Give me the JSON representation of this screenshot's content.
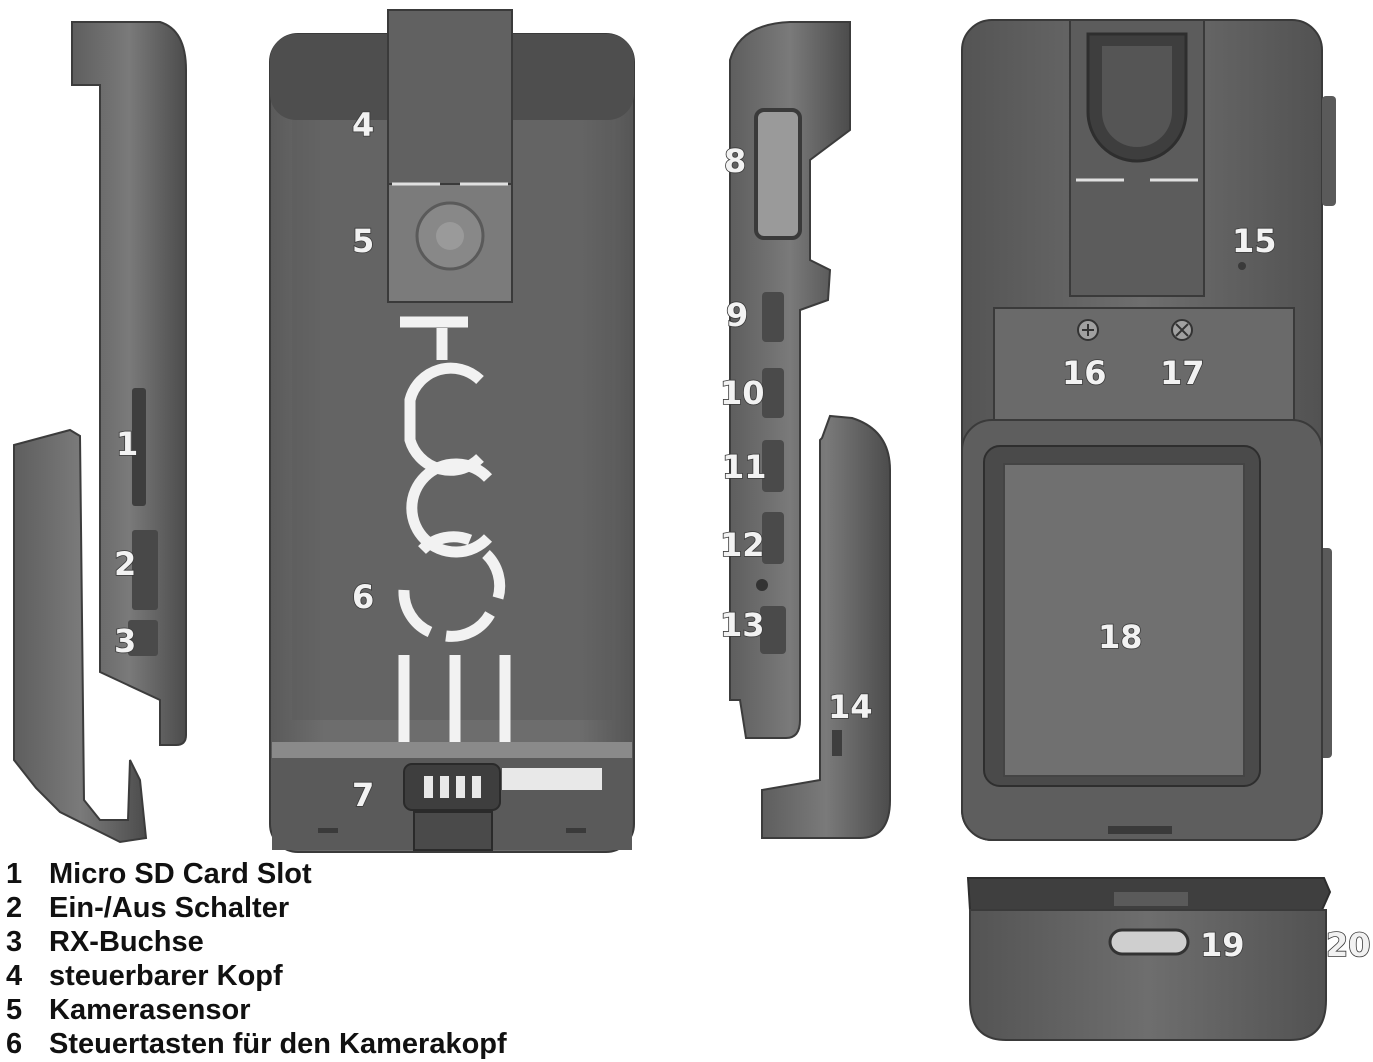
{
  "colors": {
    "body_dark": "#4f4f4f",
    "body_mid": "#6a6a6a",
    "body_light": "#858585",
    "highlight": "#a9a9a9",
    "screen": "#707070",
    "callout_fill": "#f2f2f2",
    "callout_stroke": "#3a3a3a",
    "background": "#ffffff"
  },
  "callouts": {
    "n1": "1",
    "n2": "2",
    "n3": "3",
    "n4": "4",
    "n5": "5",
    "n6": "6",
    "n7": "7",
    "n8": "8",
    "n9": "9",
    "n10": "10",
    "n11": "11",
    "n12": "12",
    "n13": "13",
    "n14": "14",
    "n15": "15",
    "n16": "16",
    "n17": "17",
    "n18": "18",
    "n19": "19",
    "n20": "20"
  },
  "legend": [
    {
      "num": "1",
      "label": "Micro SD Card Slot"
    },
    {
      "num": "2",
      "label": "Ein-/Aus Schalter"
    },
    {
      "num": "3",
      "label": "RX-Buchse"
    },
    {
      "num": "4",
      "label": "steuerbarer Kopf"
    },
    {
      "num": "5",
      "label": "Kamerasensor"
    },
    {
      "num": "6",
      "label": "Steuertasten für den Kamerakopf"
    }
  ]
}
